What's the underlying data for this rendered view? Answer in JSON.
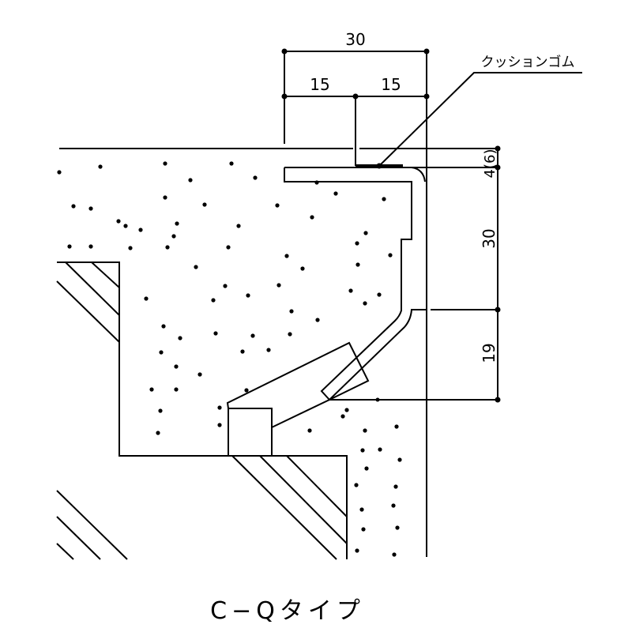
{
  "drawing": {
    "title": "C−Qタイプ",
    "callout_label": "クッションゴム",
    "dimensions": {
      "total_width": "30",
      "half_width_left": "15",
      "half_width_right": "15",
      "rubber_gap": "4(6)",
      "frame_height": "30",
      "leg_height": "19"
    }
  },
  "colors": {
    "line": "#000000",
    "background": "#ffffff"
  }
}
